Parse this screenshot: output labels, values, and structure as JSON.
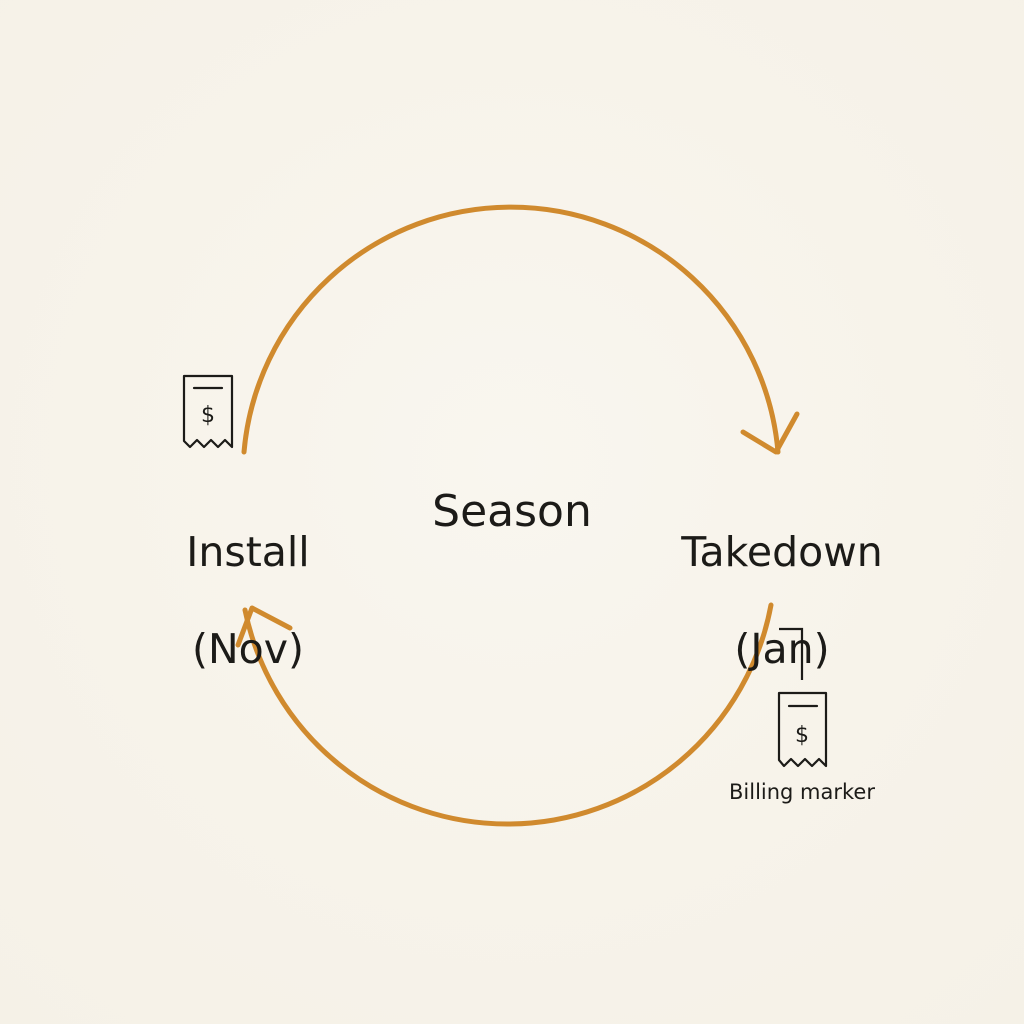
{
  "diagram": {
    "center_label": "Season",
    "nodes": [
      {
        "id": "install",
        "line1": "Install",
        "line2": "(Nov)"
      },
      {
        "id": "takedown",
        "line1": "Takedown",
        "line2": "(Jan)"
      }
    ],
    "billing_marker": {
      "label": "Billing marker",
      "icon": "receipt-dollar-icon",
      "symbol": "$"
    },
    "colors": {
      "arrow": "#d08a2e",
      "ink": "#1c1b18",
      "background": "#f7f3ea"
    }
  }
}
